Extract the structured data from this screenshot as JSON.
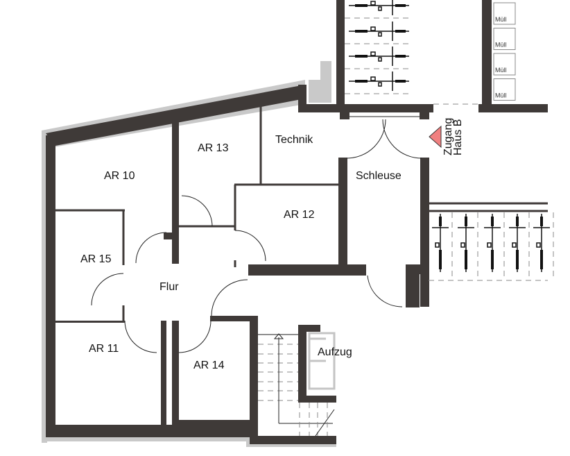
{
  "rooms": [
    {
      "id": "ar10",
      "label": "AR 10"
    },
    {
      "id": "ar13",
      "label": "AR 13"
    },
    {
      "id": "technik",
      "label": "Technik"
    },
    {
      "id": "schleuse",
      "label": "Schleuse"
    },
    {
      "id": "ar12",
      "label": "AR 12"
    },
    {
      "id": "ar15",
      "label": "AR 15"
    },
    {
      "id": "flur",
      "label": "Flur"
    },
    {
      "id": "ar11",
      "label": "AR 11"
    },
    {
      "id": "ar14",
      "label": "AR 14"
    },
    {
      "id": "aufzug",
      "label": "Aufzug"
    }
  ],
  "entrance": {
    "line1": "Zugang",
    "line2": "Haus B",
    "marker_color": "#f08080"
  },
  "bins": [
    "Müll",
    "Müll",
    "Müll",
    "Müll"
  ],
  "colors": {
    "wall": "#3f3a38",
    "outer_wall": "#c9c9c9"
  }
}
